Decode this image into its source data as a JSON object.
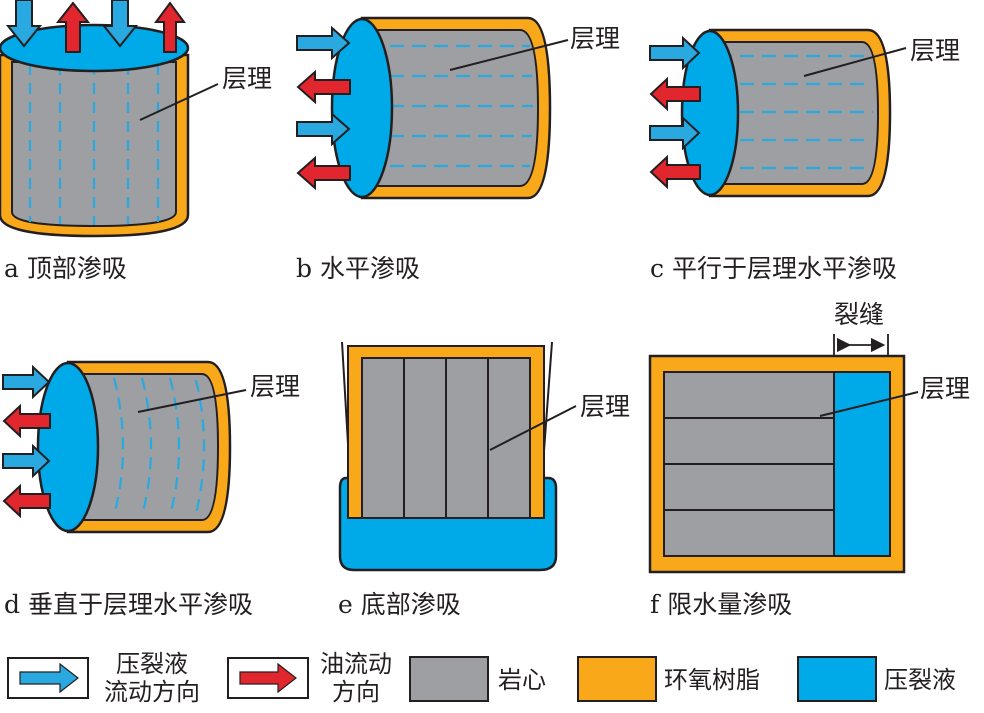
{
  "colors": {
    "rock": "#9d9fa2",
    "resin": "#f9a81a",
    "fluid": "#00a9e8",
    "fluid_arrow": "#2aaae1",
    "oil_arrow": "#e1262d",
    "outline": "#231f20"
  },
  "bedding_label": "层理",
  "fracture_label": "裂缝",
  "panels": {
    "a": "a 顶部渗吸",
    "b": "b 水平渗吸",
    "c": "c 平行于层理水平渗吸",
    "d": "d 垂直于层理水平渗吸",
    "e": "e 底部渗吸",
    "f": "f 限水量渗吸"
  },
  "legend": {
    "frac_fluid_flow_line1": "压裂液",
    "frac_fluid_flow_line2": "流动方向",
    "oil_flow_line1": "油流动",
    "oil_flow_line2": "方向",
    "rock_core": "岩心",
    "epoxy_resin": "环氧树脂",
    "frac_fluid": "压裂液"
  }
}
